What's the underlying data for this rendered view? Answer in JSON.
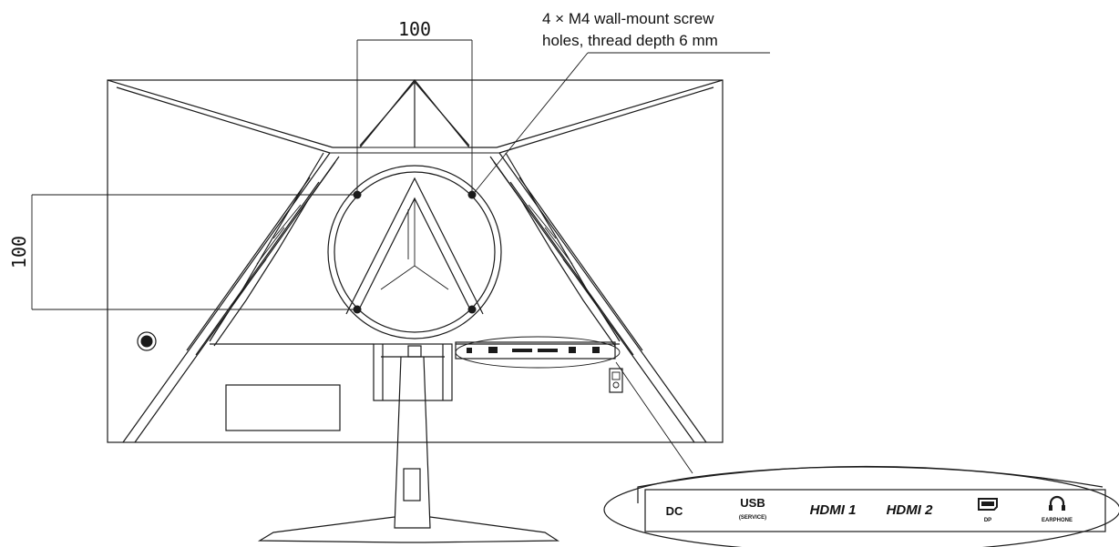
{
  "dimensions": {
    "horizontal_label": "100",
    "vertical_label": "100"
  },
  "callout": {
    "line1": "4 × M4 wall-mount screw",
    "line2": "holes, thread depth 6 mm"
  },
  "ports": {
    "dc": "DC",
    "usb": "USB",
    "usb_sub": "(SERVICE)",
    "hdmi1": "HDMI 1",
    "hdmi2": "HDMI 2",
    "dp": "DP",
    "earphone": "EARPHONE"
  },
  "icons": [
    "power-button-icon",
    "displayport-icon",
    "headphone-icon",
    "lock-slot-icon"
  ]
}
